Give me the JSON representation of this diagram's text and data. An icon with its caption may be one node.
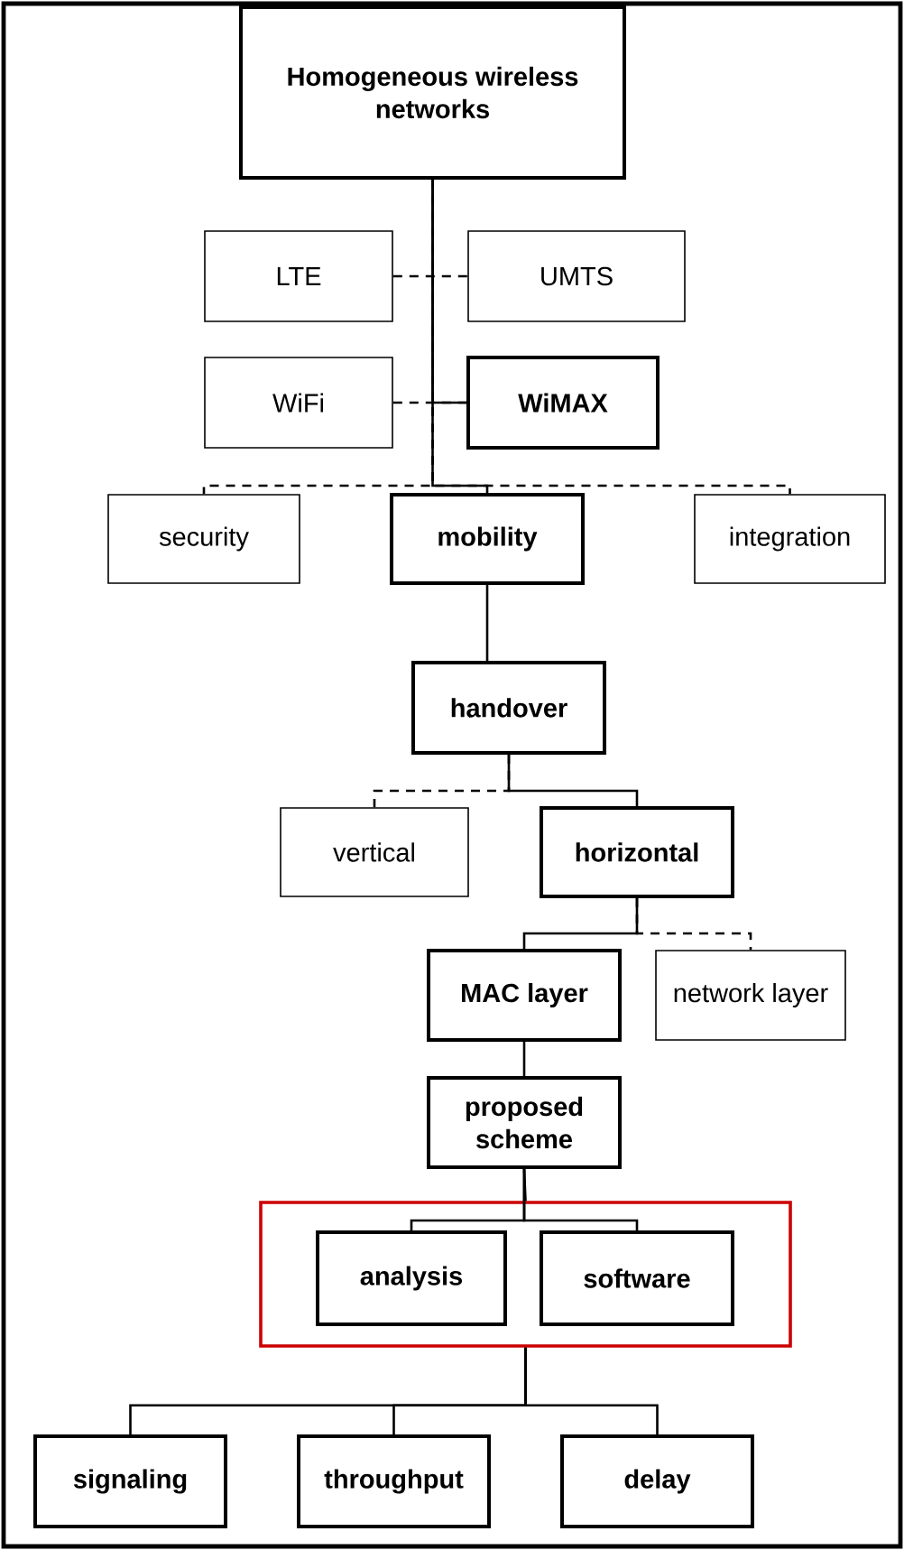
{
  "diagram": {
    "nodes": [
      {
        "text": [
          "Homogeneous wireless networks"
        ]
      },
      {
        "text": [
          "LTE"
        ]
      },
      {
        "text": [
          "UMTS"
        ]
      },
      {
        "text": [
          "WiFi"
        ]
      },
      {
        "text": [
          "WiMAX"
        ]
      },
      {
        "text": [
          "security"
        ]
      },
      {
        "text": [
          "mobility"
        ]
      },
      {
        "text": [
          "integration"
        ]
      },
      {
        "text": [
          "handover"
        ]
      },
      {
        "text": [
          "vertical"
        ]
      },
      {
        "text": [
          "horizontal"
        ]
      },
      {
        "text": [
          "MAC layer"
        ]
      },
      {
        "text": [
          "network layer"
        ]
      },
      {
        "text": [
          "proposed scheme"
        ]
      },
      {
        "text": [],
        "shape": "box"
      },
      {
        "text": [
          "analysis"
        ],
        "in": 14
      },
      {
        "text": [
          "software"
        ],
        "in": 14
      },
      {
        "text": [
          "signaling"
        ]
      },
      {
        "text": [
          "throughput"
        ]
      },
      {
        "text": [
          "delay"
        ]
      }
    ],
    "edges": [
      {
        "from": 1,
        "to": 2,
        "arrow": "none",
        "style": "dashed"
      },
      {
        "from": 0,
        "to": 4,
        "arrow": "none"
      },
      {
        "from": 3,
        "to": 4,
        "arrow": "none",
        "style": "dashed"
      },
      {
        "from": 0,
        "to": 5,
        "arrow": "none",
        "style": "dashed"
      },
      {
        "from": 0,
        "to": 6,
        "arrow": "none"
      },
      {
        "from": 0,
        "to": 7,
        "arrow": "none",
        "style": "dashed"
      },
      {
        "from": 6,
        "to": 8,
        "arrow": "none"
      },
      {
        "from": 8,
        "to": 9,
        "arrow": "none",
        "style": "dashed"
      },
      {
        "from": 8,
        "to": 10,
        "arrow": "none"
      },
      {
        "from": 10,
        "to": 11,
        "arrow": "none"
      },
      {
        "from": 10,
        "to": 12,
        "arrow": "none",
        "style": "dashed"
      },
      {
        "from": 11,
        "to": 13,
        "arrow": "none"
      },
      {
        "from": 13,
        "to": 14,
        "arrow": "none"
      },
      {
        "from": 13,
        "to": 15,
        "arrow": "none"
      },
      {
        "from": 13,
        "to": 16,
        "arrow": "none"
      },
      {
        "from": 14,
        "to": 17,
        "arrow": "none"
      },
      {
        "from": 14,
        "to": 18,
        "arrow": "none"
      },
      {
        "from": 14,
        "to": 19,
        "arrow": "none"
      }
    ]
  }
}
